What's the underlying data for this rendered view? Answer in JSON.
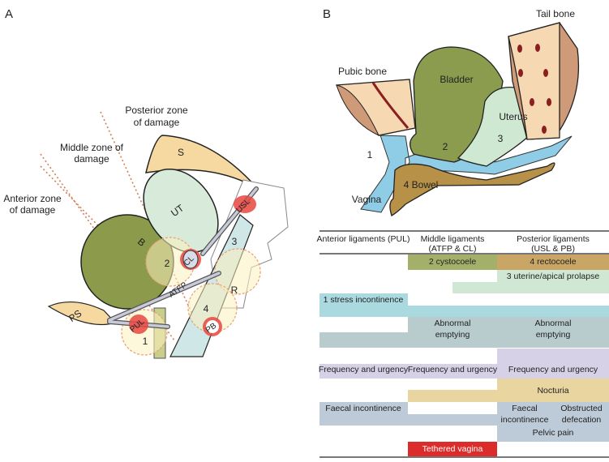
{
  "panel_a": {
    "letter": "A",
    "zones": {
      "posterior": [
        "Posterior zone",
        "of damage"
      ],
      "middle": [
        "Middle zone of",
        "damage"
      ],
      "anterior": [
        "Anterior zone",
        "of damage"
      ]
    },
    "structures": {
      "s": "S",
      "ut": "UT",
      "b": "B",
      "ps": "PS",
      "r": "R",
      "atfp": "ATFP"
    },
    "ligaments": {
      "usl": "USL",
      "cl": "CL",
      "pul": "PUL",
      "pb": "PB"
    },
    "zone_numbers": [
      "1",
      "2",
      "3",
      "4"
    ]
  },
  "panel_b": {
    "letter": "B",
    "labels": {
      "tail_bone": "Tail bone",
      "pubic_bone": "Pubic bone",
      "bladder": "Bladder",
      "uterus": "Uterus",
      "bowel": "Bowel",
      "vagina": "Vagina"
    },
    "numbers": [
      "1",
      "2",
      "3",
      "4"
    ]
  },
  "table": {
    "headers": {
      "anterior": "Anterior ligaments (PUL)",
      "middle": [
        "Middle ligaments",
        "(ATFP & CL)"
      ],
      "posterior": [
        "Posterior ligaments",
        "(USL & PB)"
      ]
    },
    "cells": {
      "cystocoele": "2 cystocoele",
      "rectocoele": "4 rectocoele",
      "uterine": "3 uterine/apical prolapse",
      "stress": "1 stress incontinence",
      "abnormal_middle": [
        "Abnormal",
        "emptying"
      ],
      "abnormal_posterior": [
        "Abnormal",
        "emptying"
      ],
      "frequency_anterior": "Frequency and urgency",
      "frequency_middle": "Frequency and urgency",
      "frequency_posterior": "Frequency and urgency",
      "nocturia": "Nocturia",
      "faecal_anterior": "Faecal incontinence",
      "faecal_posterior": [
        "Faecal",
        "incontinence"
      ],
      "obstructed": [
        "Obstructed",
        "defecation"
      ],
      "pelvic_pain": "Pelvic pain",
      "tethered": "Tethered vagina"
    },
    "colors": {
      "cystocoele": "#a3b06a",
      "rectocoele": "#c9a566",
      "uterine": "#d0e8d3",
      "stress": "#aad9e0",
      "abnormal": "#b8cccd",
      "frequency": "#d6d1e6",
      "nocturia": "#e8d59f",
      "faecal": "#bdcad8",
      "tethered": "#dc2b2b"
    }
  }
}
